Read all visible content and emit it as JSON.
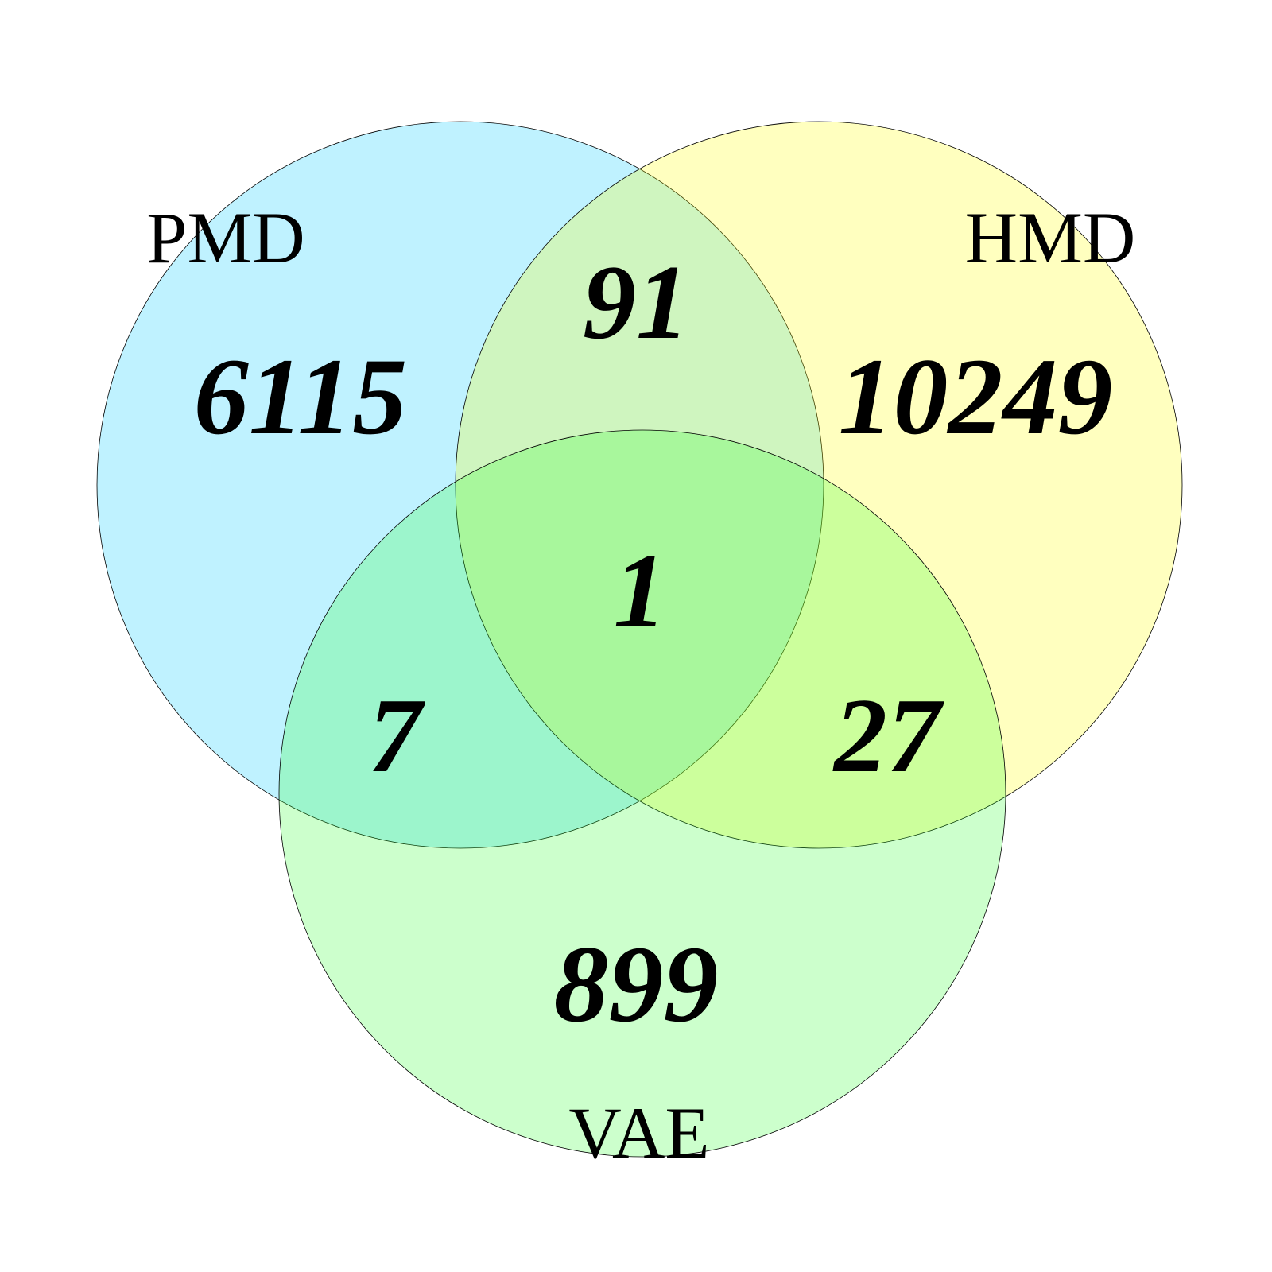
{
  "sets": [
    {
      "key": "pmd",
      "label": "PMD",
      "color": "#00CCFF",
      "opacity": 0.25
    },
    {
      "key": "hmd",
      "label": "HMD",
      "color": "#FFFF00",
      "opacity": 0.25
    },
    {
      "key": "vae",
      "label": "VAE",
      "color": "#33FF33",
      "opacity": 0.25
    }
  ],
  "regions": {
    "pmd_only": "6115",
    "hmd_only": "10249",
    "vae_only": "899",
    "pmd_hmd": "91",
    "pmd_vae": "7",
    "hmd_vae": "27",
    "pmd_hmd_vae": "1"
  }
}
